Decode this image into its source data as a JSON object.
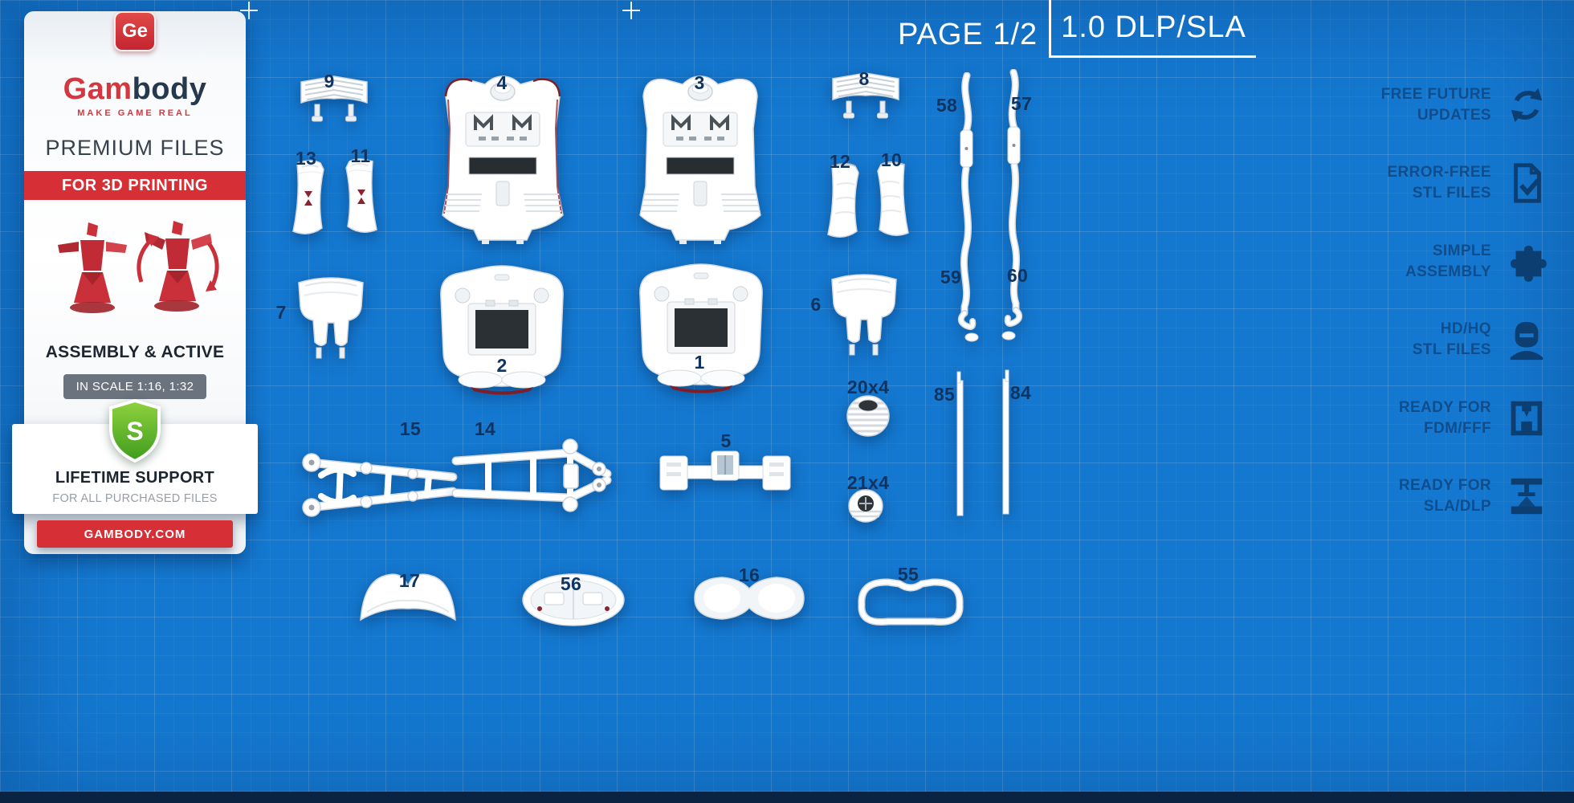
{
  "page": {
    "page_label": "PAGE 1/2",
    "format_label": "1.0 DLP/SLA"
  },
  "brand": {
    "logo_short": "Ge",
    "name_accent": "Gam",
    "name_rest": "body",
    "tagline": "MAKE GAME REAL",
    "premium_line": "PREMIUM FILES",
    "printing_line": "FOR 3D PRINTING",
    "poses_line": "ASSEMBLY & ACTIVE",
    "scale_line": "IN SCALE 1:16, 1:32",
    "shield_letter": "S",
    "support_line": "LIFETIME SUPPORT",
    "support_sub": "FOR ALL PURCHASED FILES",
    "site": "GAMBODY.COM"
  },
  "features": [
    {
      "line1": "FREE FUTURE",
      "line2": "UPDATES",
      "icon": "sync-arrows-icon"
    },
    {
      "line1": "ERROR-FREE",
      "line2": "STL FILES",
      "icon": "document-check-icon"
    },
    {
      "line1": "SIMPLE",
      "line2": "ASSEMBLY",
      "icon": "puzzle-piece-icon"
    },
    {
      "line1": "HD/HQ",
      "line2": "STL FILES",
      "icon": "hd-model-icon"
    },
    {
      "line1": "READY FOR",
      "line2": "FDM/FFF",
      "icon": "fdm-printer-icon"
    },
    {
      "line1": "READY FOR",
      "line2": "SLA/DLP",
      "icon": "sla-printer-icon"
    }
  ],
  "part_labels": {
    "1": "1",
    "2": "2",
    "3": "3",
    "4": "4",
    "5": "5",
    "6": "6",
    "7": "7",
    "8": "8",
    "9": "9",
    "10": "10",
    "11": "11",
    "12": "12",
    "13": "13",
    "14": "14",
    "15": "15",
    "16": "16",
    "17": "17",
    "20x4": "20x4",
    "21x4": "21x4",
    "55": "55",
    "56": "56",
    "57": "57",
    "58": "58",
    "59": "59",
    "60": "60",
    "84": "84",
    "85": "85"
  },
  "colors": {
    "blueprint_blue": "#1478d0",
    "brand_red": "#d6323c",
    "label_navy": "#10335f",
    "shield_green": "#55b02a"
  }
}
